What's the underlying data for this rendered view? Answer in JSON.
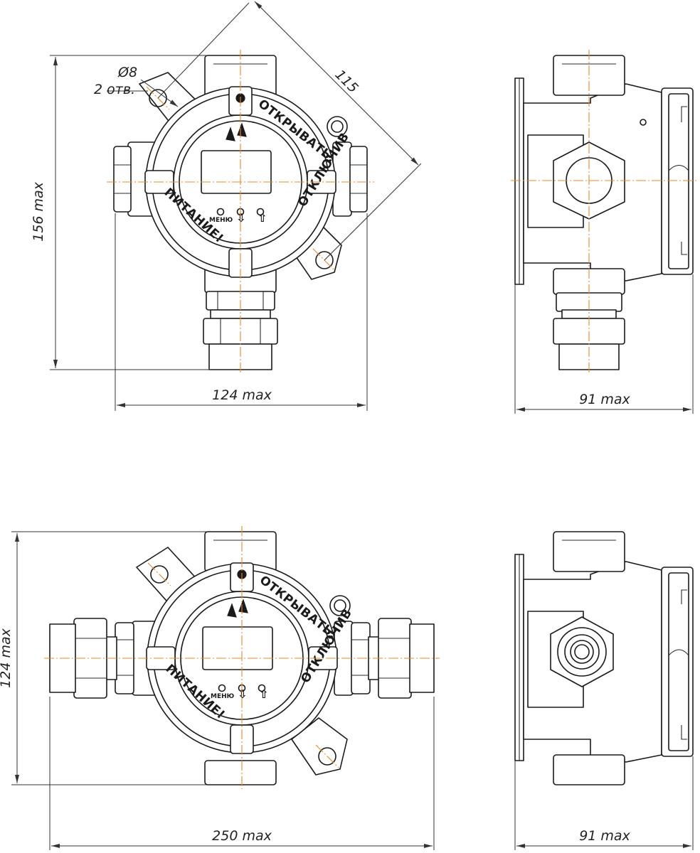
{
  "views": {
    "top_front": {
      "dim_diagonal": "115",
      "dim_hole_diameter": "Ø8",
      "dim_hole_count": "2 отв.",
      "dim_height": "156 max",
      "dim_width": "124 max"
    },
    "top_side": {
      "dim_depth": "91 max"
    },
    "bottom_front": {
      "dim_height": "124 max",
      "dim_width": "250 max"
    },
    "bottom_side": {
      "dim_depth": "91 max"
    }
  },
  "cover": {
    "text_top": "ОТКРЫВАТЬ,",
    "text_right": "ОТКЛЮЧИВ",
    "text_left": "ПИТАНИЕ!",
    "button_menu": "МЕНЮ",
    "button_down": "⇩",
    "button_up": "⇧"
  },
  "colors": {
    "centerline": "#e8892b",
    "line": "#1a1a1a"
  }
}
